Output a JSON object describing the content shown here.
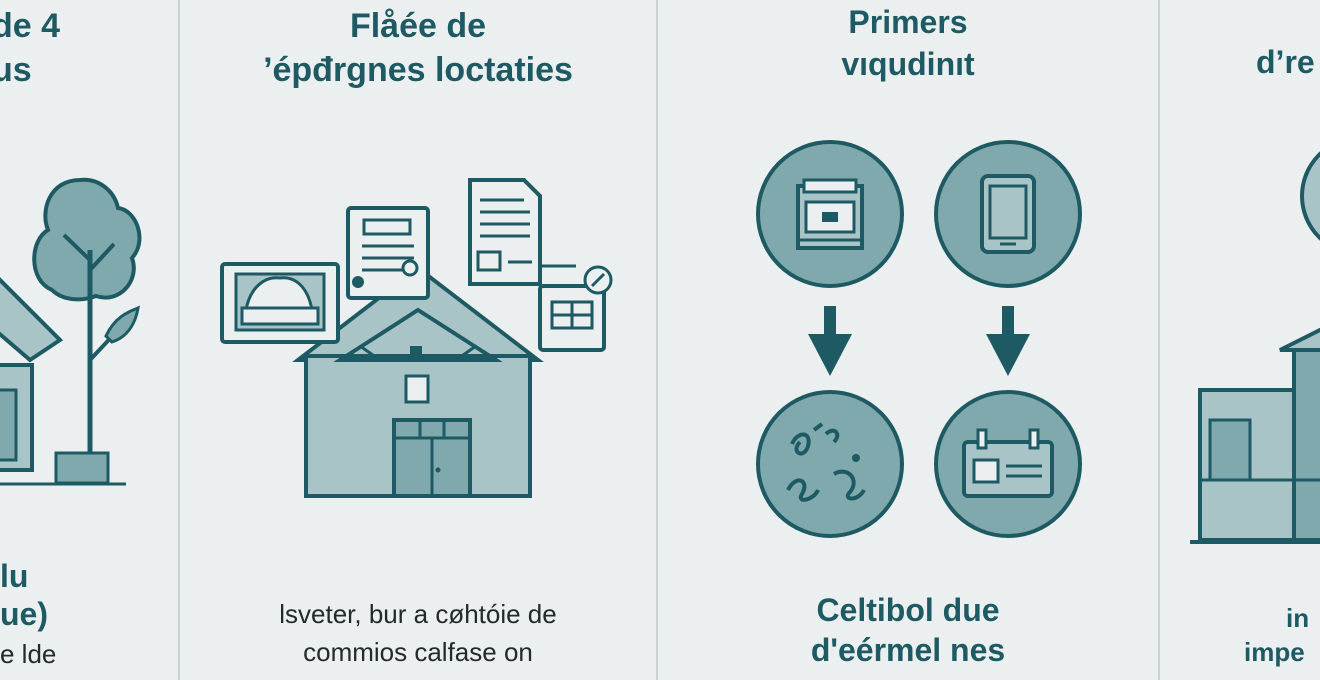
{
  "panel1": {
    "title_lines": [
      "de 4",
      "us"
    ],
    "subtitle_lines": [
      "lu",
      "ue)"
    ],
    "body_lines": [
      "e lde"
    ]
  },
  "panel2": {
    "title_lines": [
      "Flåée de",
      "’épđrgnes loctaties"
    ],
    "body_lines": [
      "lsveter, bur a cøhtóie de",
      "commios calfase on"
    ]
  },
  "panel3": {
    "title_lines": [
      "Primers",
      "vıqudinıt"
    ],
    "subtitle_lines": [
      "Celtibol due",
      "d'eérmel nes"
    ]
  },
  "panel4": {
    "title_lines": [
      "d’re"
    ],
    "body_lines": [
      "in",
      "impe"
    ]
  },
  "colors": {
    "teal_dark": "#1e5a63",
    "teal_fill": "#7fa9ad",
    "teal_light": "#a8c4c7",
    "background": "#ecefef",
    "text_dark": "#222a2c"
  },
  "icons": {
    "panel1": [
      "tree-icon",
      "house-icon"
    ],
    "panel2": [
      "house-icon",
      "photo-card-icon",
      "document-icon",
      "form-icon",
      "checklist-icon"
    ],
    "panel3": [
      "printer-icon",
      "tablet-icon",
      "arrow-down-icon",
      "scribble-icon",
      "id-card-icon"
    ],
    "panel4": [
      "circle-icon",
      "house-icon"
    ]
  }
}
